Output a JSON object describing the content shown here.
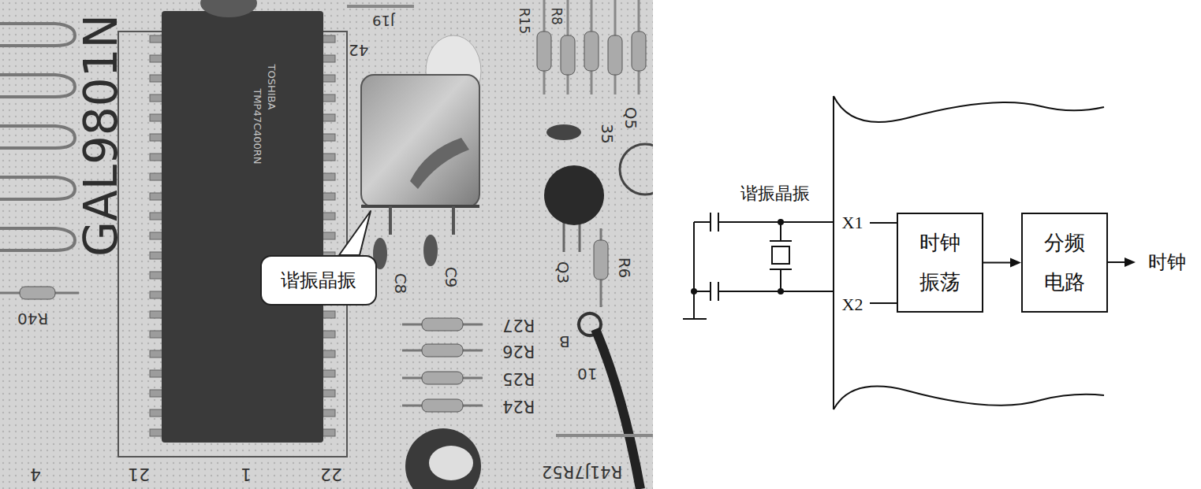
{
  "diagram": {
    "nodes": [
      {
        "text": [
          "谐振晶振"
        ]
      },
      {
        "text": [
          "时钟 振荡"
        ]
      },
      {
        "text": [
          "分频 电路"
        ]
      }
    ],
    "edges": [
      {
        "from": 1,
        "to": 2,
        "arrow": "to"
      }
    ],
    "labels": [
      "GAL9801N",
      "TOSHIBA",
      "TMP47C400RN",
      "J19",
      "42",
      "R15",
      "R8",
      "R40",
      "C8",
      "C9",
      "35",
      "Q5",
      "Q3",
      "R6",
      "R27",
      "R26",
      "R25",
      "R24",
      "B",
      "10",
      "R41J7R52",
      "21",
      "1",
      "22",
      "4",
      "谐振晶振",
      "X1",
      "X2",
      "时钟"
    ]
  }
}
